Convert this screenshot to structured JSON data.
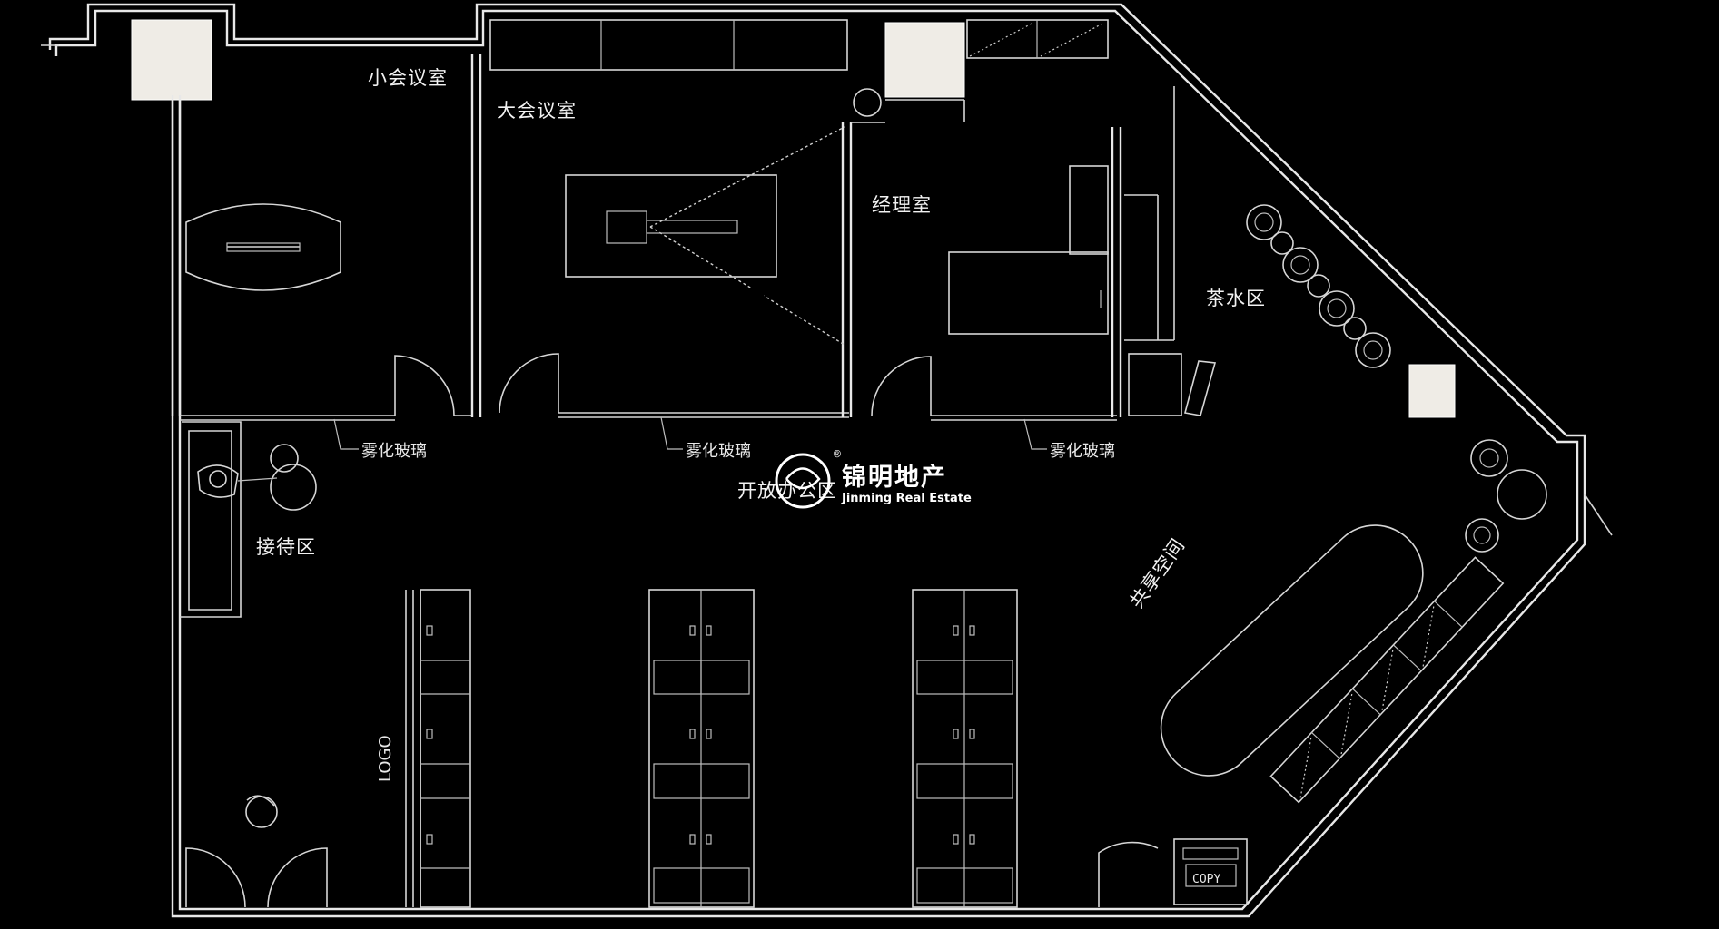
{
  "rooms": {
    "small_meeting": "小会议室",
    "large_meeting": "大会议室",
    "manager": "经理室",
    "tea_area": "茶水区",
    "reception": "接待区",
    "shared_space": "共享空间",
    "open_office": "开放办公区"
  },
  "glass_notes": [
    "雾化玻璃",
    "雾化玻璃",
    "雾化玻璃"
  ],
  "wall_logo": "LOGO",
  "copier": "COPY",
  "watermark": {
    "name_cn": "锦明地产",
    "name_en": "Jinming Real Estate",
    "reg_mark": "®"
  },
  "colors": {
    "background": "#000000",
    "lines": "#e0e0e0",
    "columns": "#efece6"
  }
}
